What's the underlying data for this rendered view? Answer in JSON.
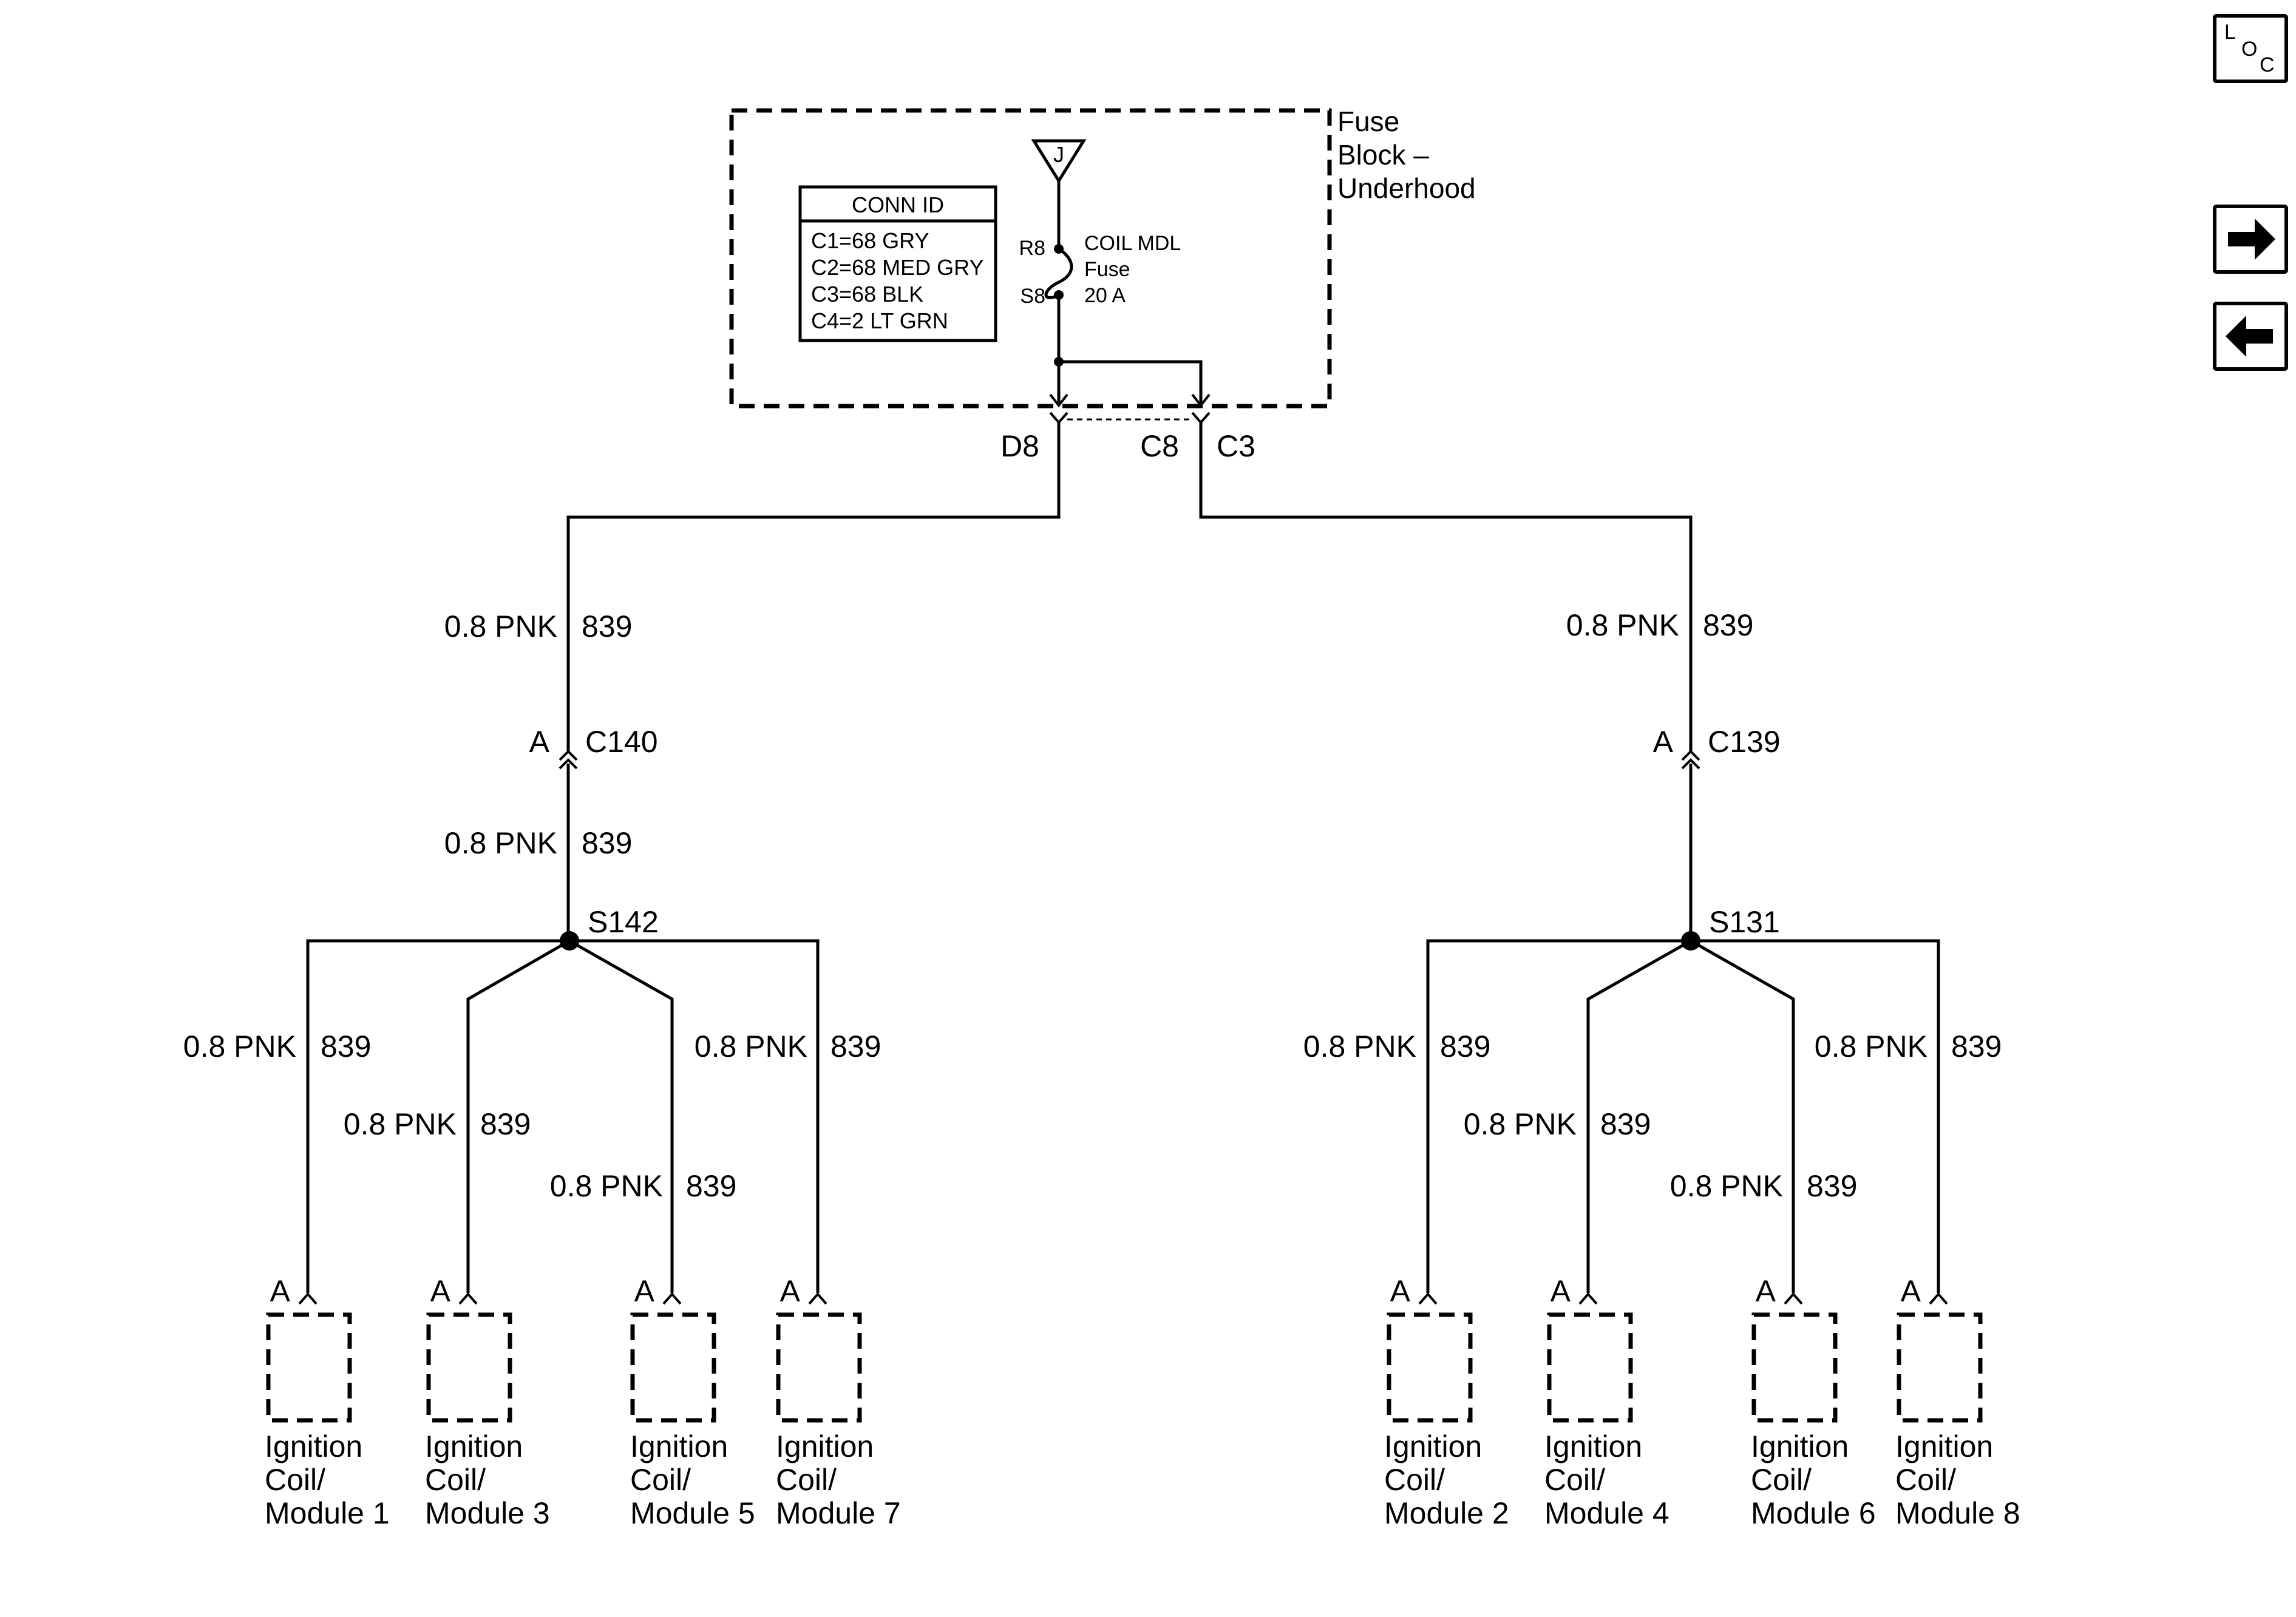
{
  "fuse_block": {
    "title_line1": "Fuse",
    "title_line2": "Block –",
    "title_line3": "Underhood",
    "bus_label": "J",
    "pin_in": "R8",
    "pin_out": "S8",
    "fuse_line1": "COIL MDL",
    "fuse_line2": "Fuse",
    "fuse_line3": "20 A",
    "conn_id": {
      "title": "CONN ID",
      "rows": [
        "C1=68 GRY",
        "C2=68 MED GRY",
        "C3=68 BLK",
        "C4=2 LT GRN"
      ]
    },
    "outputs": {
      "left_pin": "D8",
      "mid_pin": "C8",
      "right_conn": "C3"
    }
  },
  "left_branch": {
    "wire_upper": {
      "gauge_color": "0.8 PNK",
      "circuit": "839"
    },
    "connector": {
      "pin": "A",
      "name": "C140"
    },
    "wire_lower": {
      "gauge_color": "0.8 PNK",
      "circuit": "839"
    },
    "splice": "S142",
    "drops": [
      {
        "gauge_color": "0.8 PNK",
        "circuit": "839",
        "pin": "A",
        "line1": "Ignition",
        "line2": "Coil/",
        "line3": "Module 1"
      },
      {
        "gauge_color": "0.8 PNK",
        "circuit": "839",
        "pin": "A",
        "line1": "Ignition",
        "line2": "Coil/",
        "line3": "Module 3"
      },
      {
        "gauge_color": "0.8 PNK",
        "circuit": "839",
        "pin": "A",
        "line1": "Ignition",
        "line2": "Coil/",
        "line3": "Module 5"
      },
      {
        "gauge_color": "0.8 PNK",
        "circuit": "839",
        "pin": "A",
        "line1": "Ignition",
        "line2": "Coil/",
        "line3": "Module 7"
      }
    ]
  },
  "right_branch": {
    "wire_upper": {
      "gauge_color": "0.8 PNK",
      "circuit": "839"
    },
    "connector": {
      "pin": "A",
      "name": "C139"
    },
    "splice": "S131",
    "drops": [
      {
        "gauge_color": "0.8 PNK",
        "circuit": "839",
        "pin": "A",
        "line1": "Ignition",
        "line2": "Coil/",
        "line3": "Module 2"
      },
      {
        "gauge_color": "0.8 PNK",
        "circuit": "839",
        "pin": "A",
        "line1": "Ignition",
        "line2": "Coil/",
        "line3": "Module 4"
      },
      {
        "gauge_color": "0.8 PNK",
        "circuit": "839",
        "pin": "A",
        "line1": "Ignition",
        "line2": "Coil/",
        "line3": "Module 6"
      },
      {
        "gauge_color": "0.8 PNK",
        "circuit": "839",
        "pin": "A",
        "line1": "Ignition",
        "line2": "Coil/",
        "line3": "Module 8"
      }
    ]
  },
  "nav": {
    "loc_l": "L",
    "loc_o": "O",
    "loc_c": "C",
    "next_icon": "right-arrow-icon",
    "prev_icon": "left-arrow-icon"
  }
}
